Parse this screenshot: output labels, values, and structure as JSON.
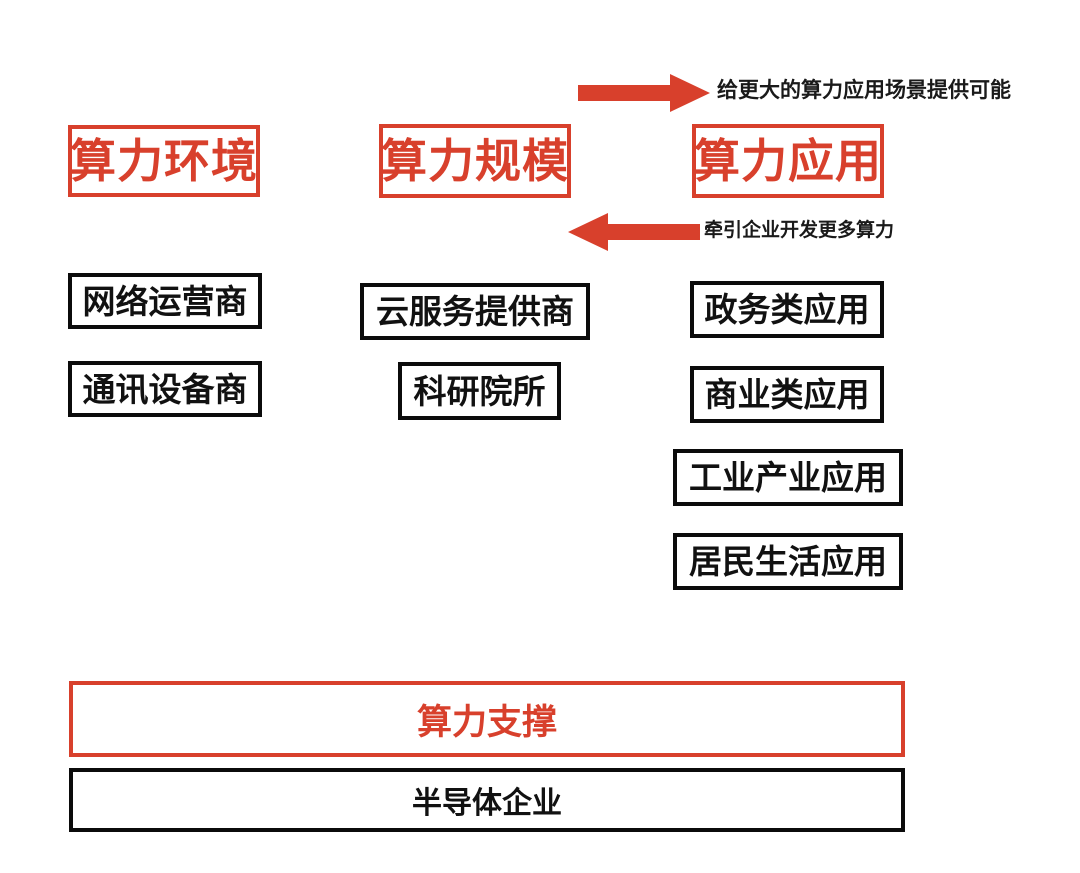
{
  "diagram": {
    "title_colors": {
      "accent_red": "#d8402c",
      "box_black": "#0b0b0b",
      "background": "#ffffff"
    },
    "pillars": [
      {
        "id": "compute-environment",
        "label": "算力环境"
      },
      {
        "id": "compute-scale",
        "label": "算力规模"
      },
      {
        "id": "compute-application",
        "label": "算力应用"
      }
    ],
    "columns": [
      {
        "pillar": "算力环境",
        "items": [
          {
            "label": "网络运营商"
          },
          {
            "label": "通讯设备商"
          }
        ]
      },
      {
        "pillar": "算力规模",
        "items": [
          {
            "label": "云服务提供商"
          },
          {
            "label": "科研院所"
          }
        ]
      },
      {
        "pillar": "算力应用",
        "items": [
          {
            "label": "政务类应用"
          },
          {
            "label": "商业类应用"
          },
          {
            "label": "工业产业应用"
          },
          {
            "label": "居民生活应用"
          }
        ]
      }
    ],
    "arrows": [
      {
        "id": "scale-to-application",
        "direction": "right",
        "label": "给更大的算力应用场景提供可能",
        "color": "#d8402c"
      },
      {
        "id": "application-to-scale",
        "direction": "left",
        "label": "牵引企业开发更多算力",
        "color": "#d8402c"
      }
    ],
    "foundation": [
      {
        "id": "compute-support",
        "label": "算力支撑",
        "style": "red"
      },
      {
        "id": "semiconductor-company",
        "label": "半导体企业",
        "style": "black"
      }
    ]
  }
}
